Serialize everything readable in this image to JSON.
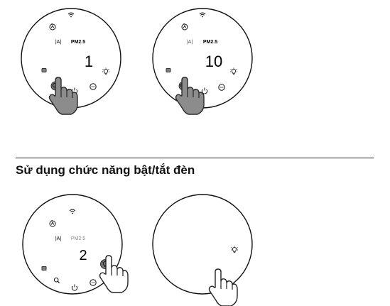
{
  "section": {
    "heading": "Sử dụng chức năng bật/tắt đèn"
  },
  "panels": [
    {
      "mode_label": "|A|",
      "pm_label": "PM2.5",
      "display_value": "1"
    },
    {
      "mode_label": "|A|",
      "pm_label": "PM2.5",
      "display_value": "10"
    },
    {
      "mode_label": "|A|",
      "pm_label": "PM2.5",
      "display_value": "2"
    },
    {
      "light_only": true
    }
  ],
  "icons": [
    "wifi-icon",
    "auto-mode-icon",
    "filter-icon",
    "light-icon",
    "pm-search-icon",
    "power-icon",
    "more-icon",
    "pointing-hand-icon"
  ]
}
